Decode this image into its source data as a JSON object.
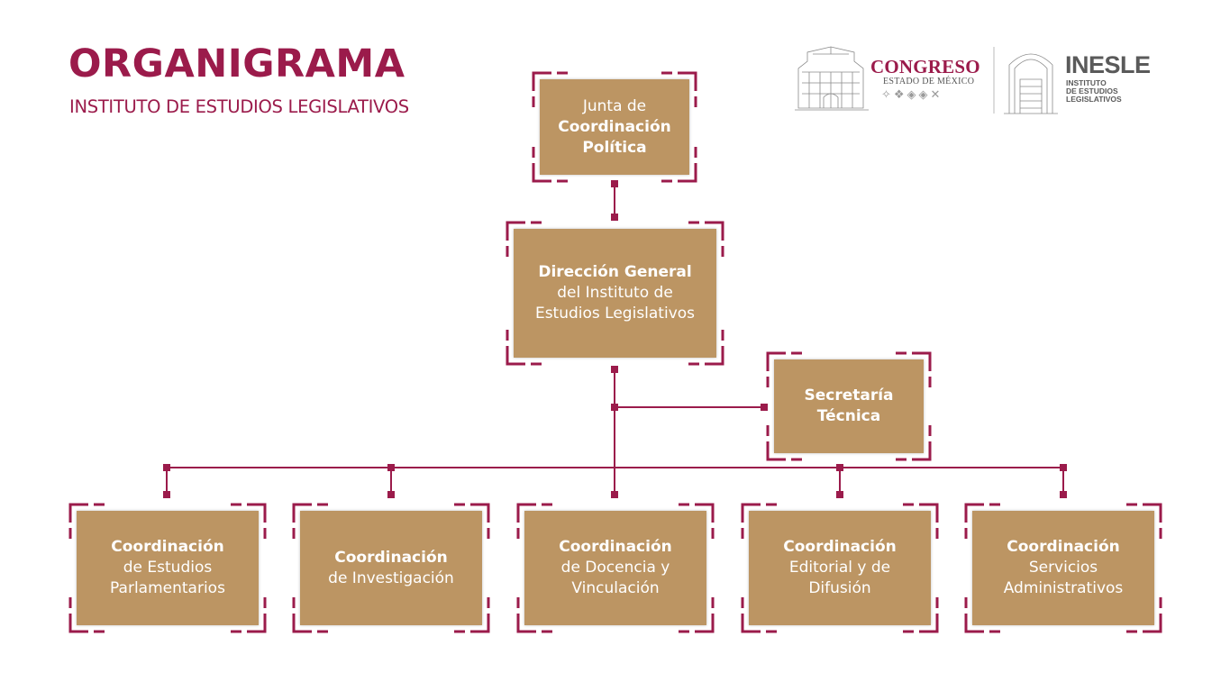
{
  "header": {
    "title": "ORGANIGRAMA",
    "subtitle": "INSTITUTO DE ESTUDIOS LEGISLATIVOS"
  },
  "logos": {
    "congreso": {
      "name": "CONGRESO",
      "subtitle": "ESTADO DE MÉXICO",
      "ornaments": "✧❖◈◈✕"
    },
    "inesle": {
      "name": "INESLE",
      "subtitle_lines": [
        "INSTITUTO",
        "DE ESTUDIOS",
        "LEGISLATIVOS"
      ]
    }
  },
  "colors": {
    "brand": "#9b1b4b",
    "box": "#bc9563",
    "box_text": "#ffffff"
  },
  "nodes": {
    "junta": {
      "bold_top": "Junta de",
      "bold_mid": "Coordinación",
      "bold_bot": "Política"
    },
    "direccion": {
      "bold": "Dirección General",
      "line2": "del Instituto de",
      "line3": "Estudios Legislativos"
    },
    "secretaria": {
      "line1": "Secretaría",
      "line2": "Técnica"
    },
    "coord_estudios": {
      "bold": "Coordinación",
      "line2": "de Estudios",
      "line3": "Parlamentarios"
    },
    "coord_investigacion": {
      "bold": "Coordinación",
      "line2": "de Investigación"
    },
    "coord_docencia": {
      "bold": "Coordinación",
      "line2": "de Docencia y",
      "line3": "Vinculación"
    },
    "coord_editorial": {
      "bold": "Coordinación",
      "line2": "Editorial y de",
      "line3": "Difusión"
    },
    "coord_servicios": {
      "bold": "Coordinación",
      "line2": "Servicios",
      "line3": "Administrativos"
    }
  }
}
